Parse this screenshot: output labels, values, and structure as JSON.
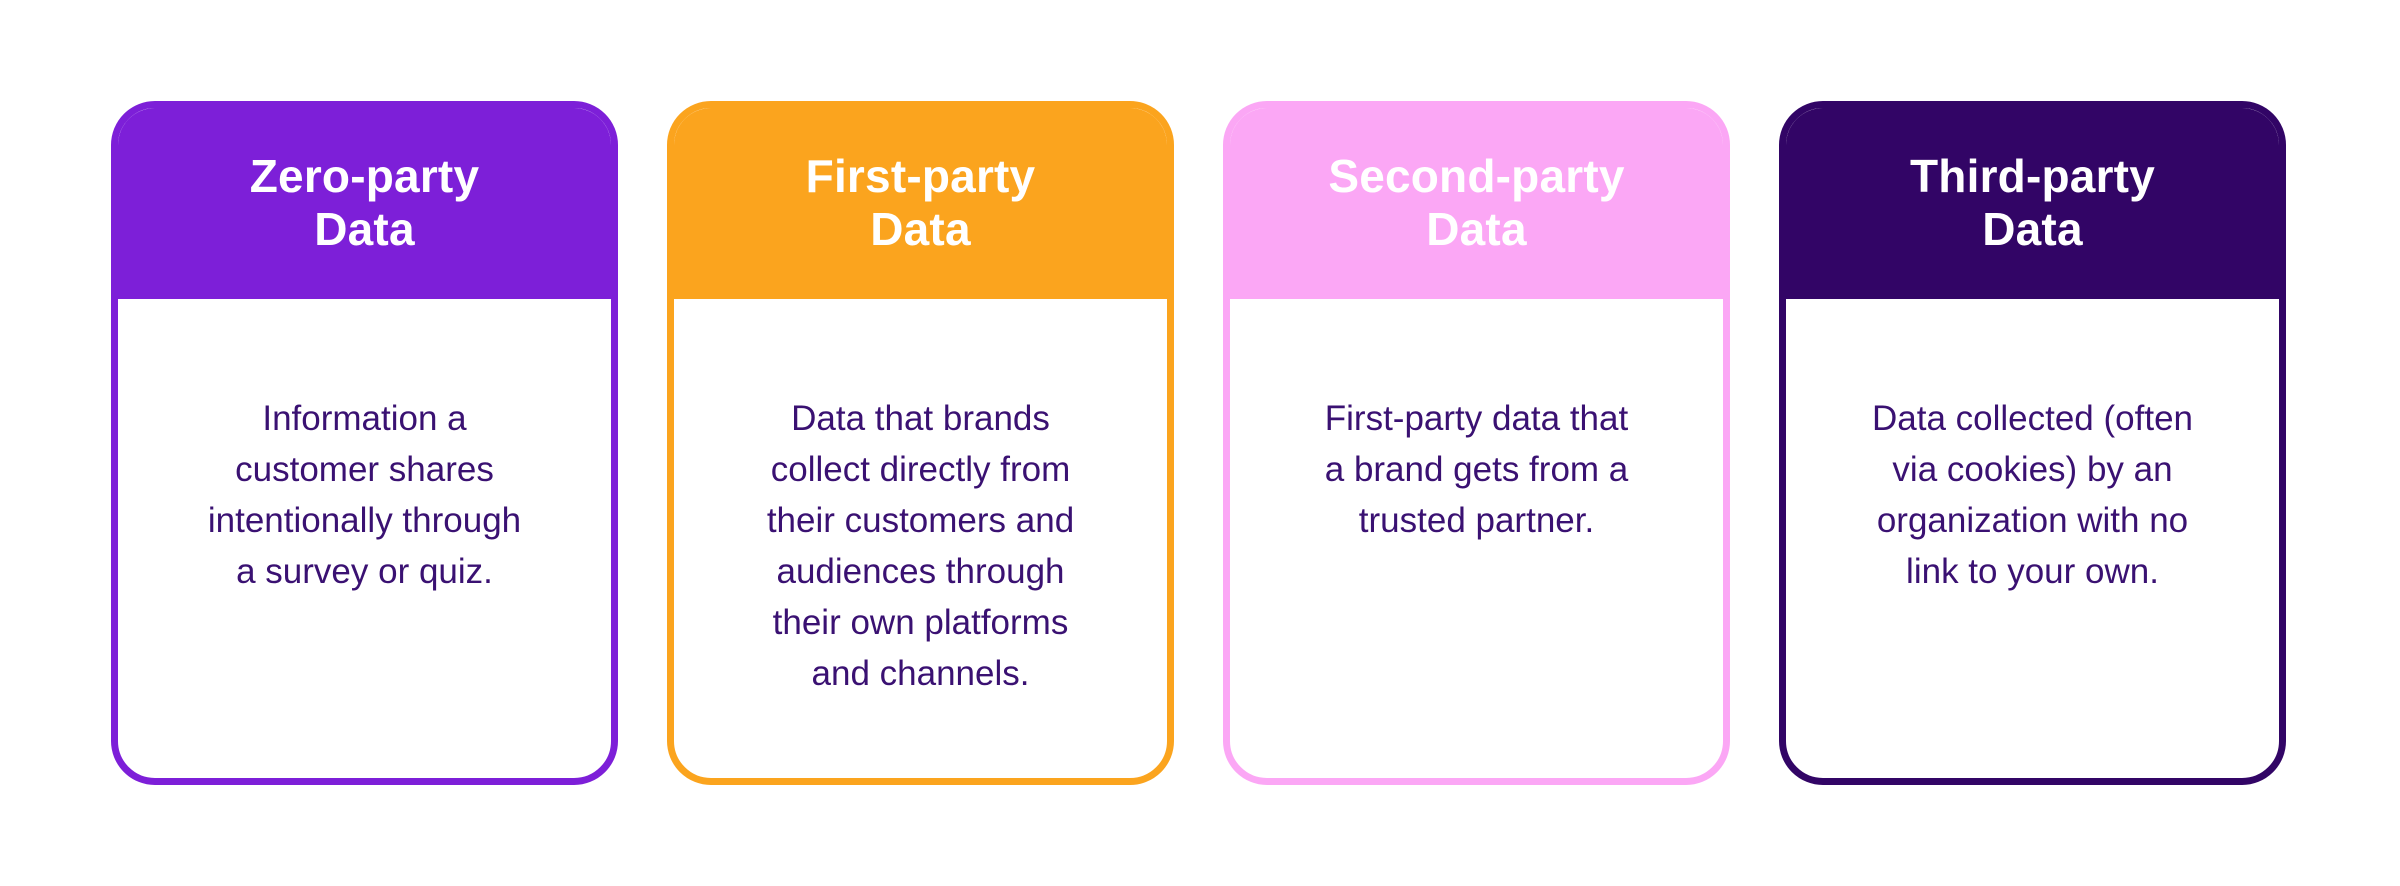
{
  "canvas": {
    "background": "#FFFFFF"
  },
  "cards": [
    {
      "name": "zero-party-data-card",
      "title_lines": [
        "Zero-party",
        "Data"
      ],
      "description_lines": [
        "Information a",
        "customer shares",
        "intentionally through",
        "a survey or quiz."
      ],
      "accent_color": "#7D1FD8",
      "title_color": "#FFFFFF",
      "body_color": "#3A1172"
    },
    {
      "name": "first-party-data-card",
      "title_lines": [
        "First-party",
        "Data"
      ],
      "description_lines": [
        "Data that brands",
        "collect directly from",
        "their customers and",
        "audiences through",
        "their own platforms",
        "and channels."
      ],
      "accent_color": "#FBA41E",
      "title_color": "#FFFFFF",
      "body_color": "#3A1172"
    },
    {
      "name": "second-party-data-card",
      "title_lines": [
        "Second-party",
        "Data"
      ],
      "description_lines": [
        "First-party data that",
        "a brand gets from a",
        "trusted partner."
      ],
      "accent_color": "#FBA7F5",
      "title_color": "#FFFFFF",
      "body_color": "#3A1172"
    },
    {
      "name": "third-party-data-card",
      "title_lines": [
        "Third-party",
        "Data"
      ],
      "description_lines": [
        "Data collected (often",
        "via cookies) by an",
        "organization with no",
        "link to your own."
      ],
      "accent_color": "#320566",
      "title_color": "#FFFFFF",
      "body_color": "#3A1172"
    }
  ]
}
